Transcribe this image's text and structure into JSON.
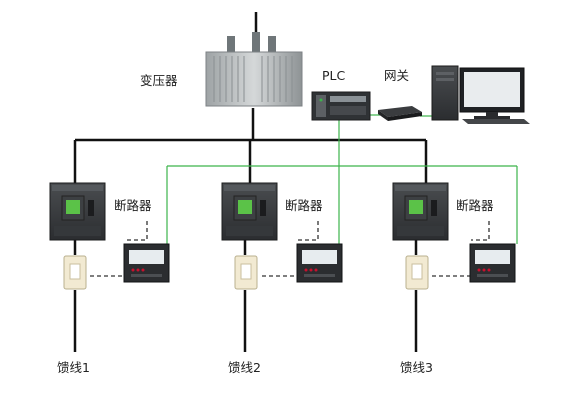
{
  "labels": {
    "transformer": "变压器",
    "plc": "PLC",
    "gateway": "网关",
    "breaker": "断路器",
    "feeders": [
      "馈线1",
      "馈线2",
      "馈线3"
    ]
  },
  "colors": {
    "power_line": "#111111",
    "comm_line": "#3cb44b",
    "signal_line": "#333333"
  },
  "icons": {
    "transformer": "transformer-icon",
    "plc": "plc-icon",
    "gateway": "gateway-icon",
    "computer": "computer-icon",
    "breaker": "circuit-breaker-icon",
    "meter": "power-meter-icon",
    "ct": "current-transformer-icon"
  }
}
